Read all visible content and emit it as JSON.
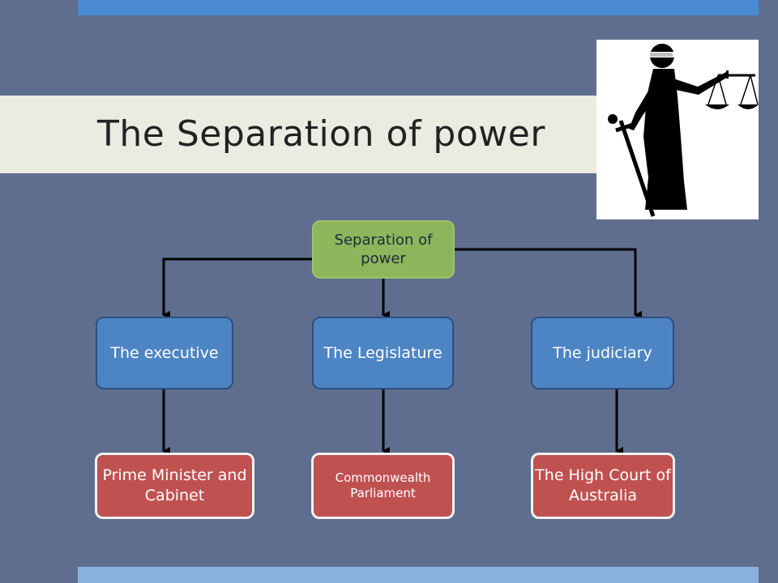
{
  "slide": {
    "title": "The Separation of power"
  },
  "image": {
    "icon": "lady-justice-icon"
  },
  "diagram": {
    "root": "Separation of power",
    "branches": [
      {
        "label": "The executive",
        "child": "Prime Minister and Cabinet"
      },
      {
        "label": "The Legislature",
        "child": "Commonwealth Parliament"
      },
      {
        "label": "The judiciary",
        "child": "The High Court of Australia"
      }
    ]
  },
  "colors": {
    "background": "#5f6e8f",
    "root_box": "#8db65c",
    "branch_box": "#4d84c4",
    "leaf_box": "#c05151"
  }
}
